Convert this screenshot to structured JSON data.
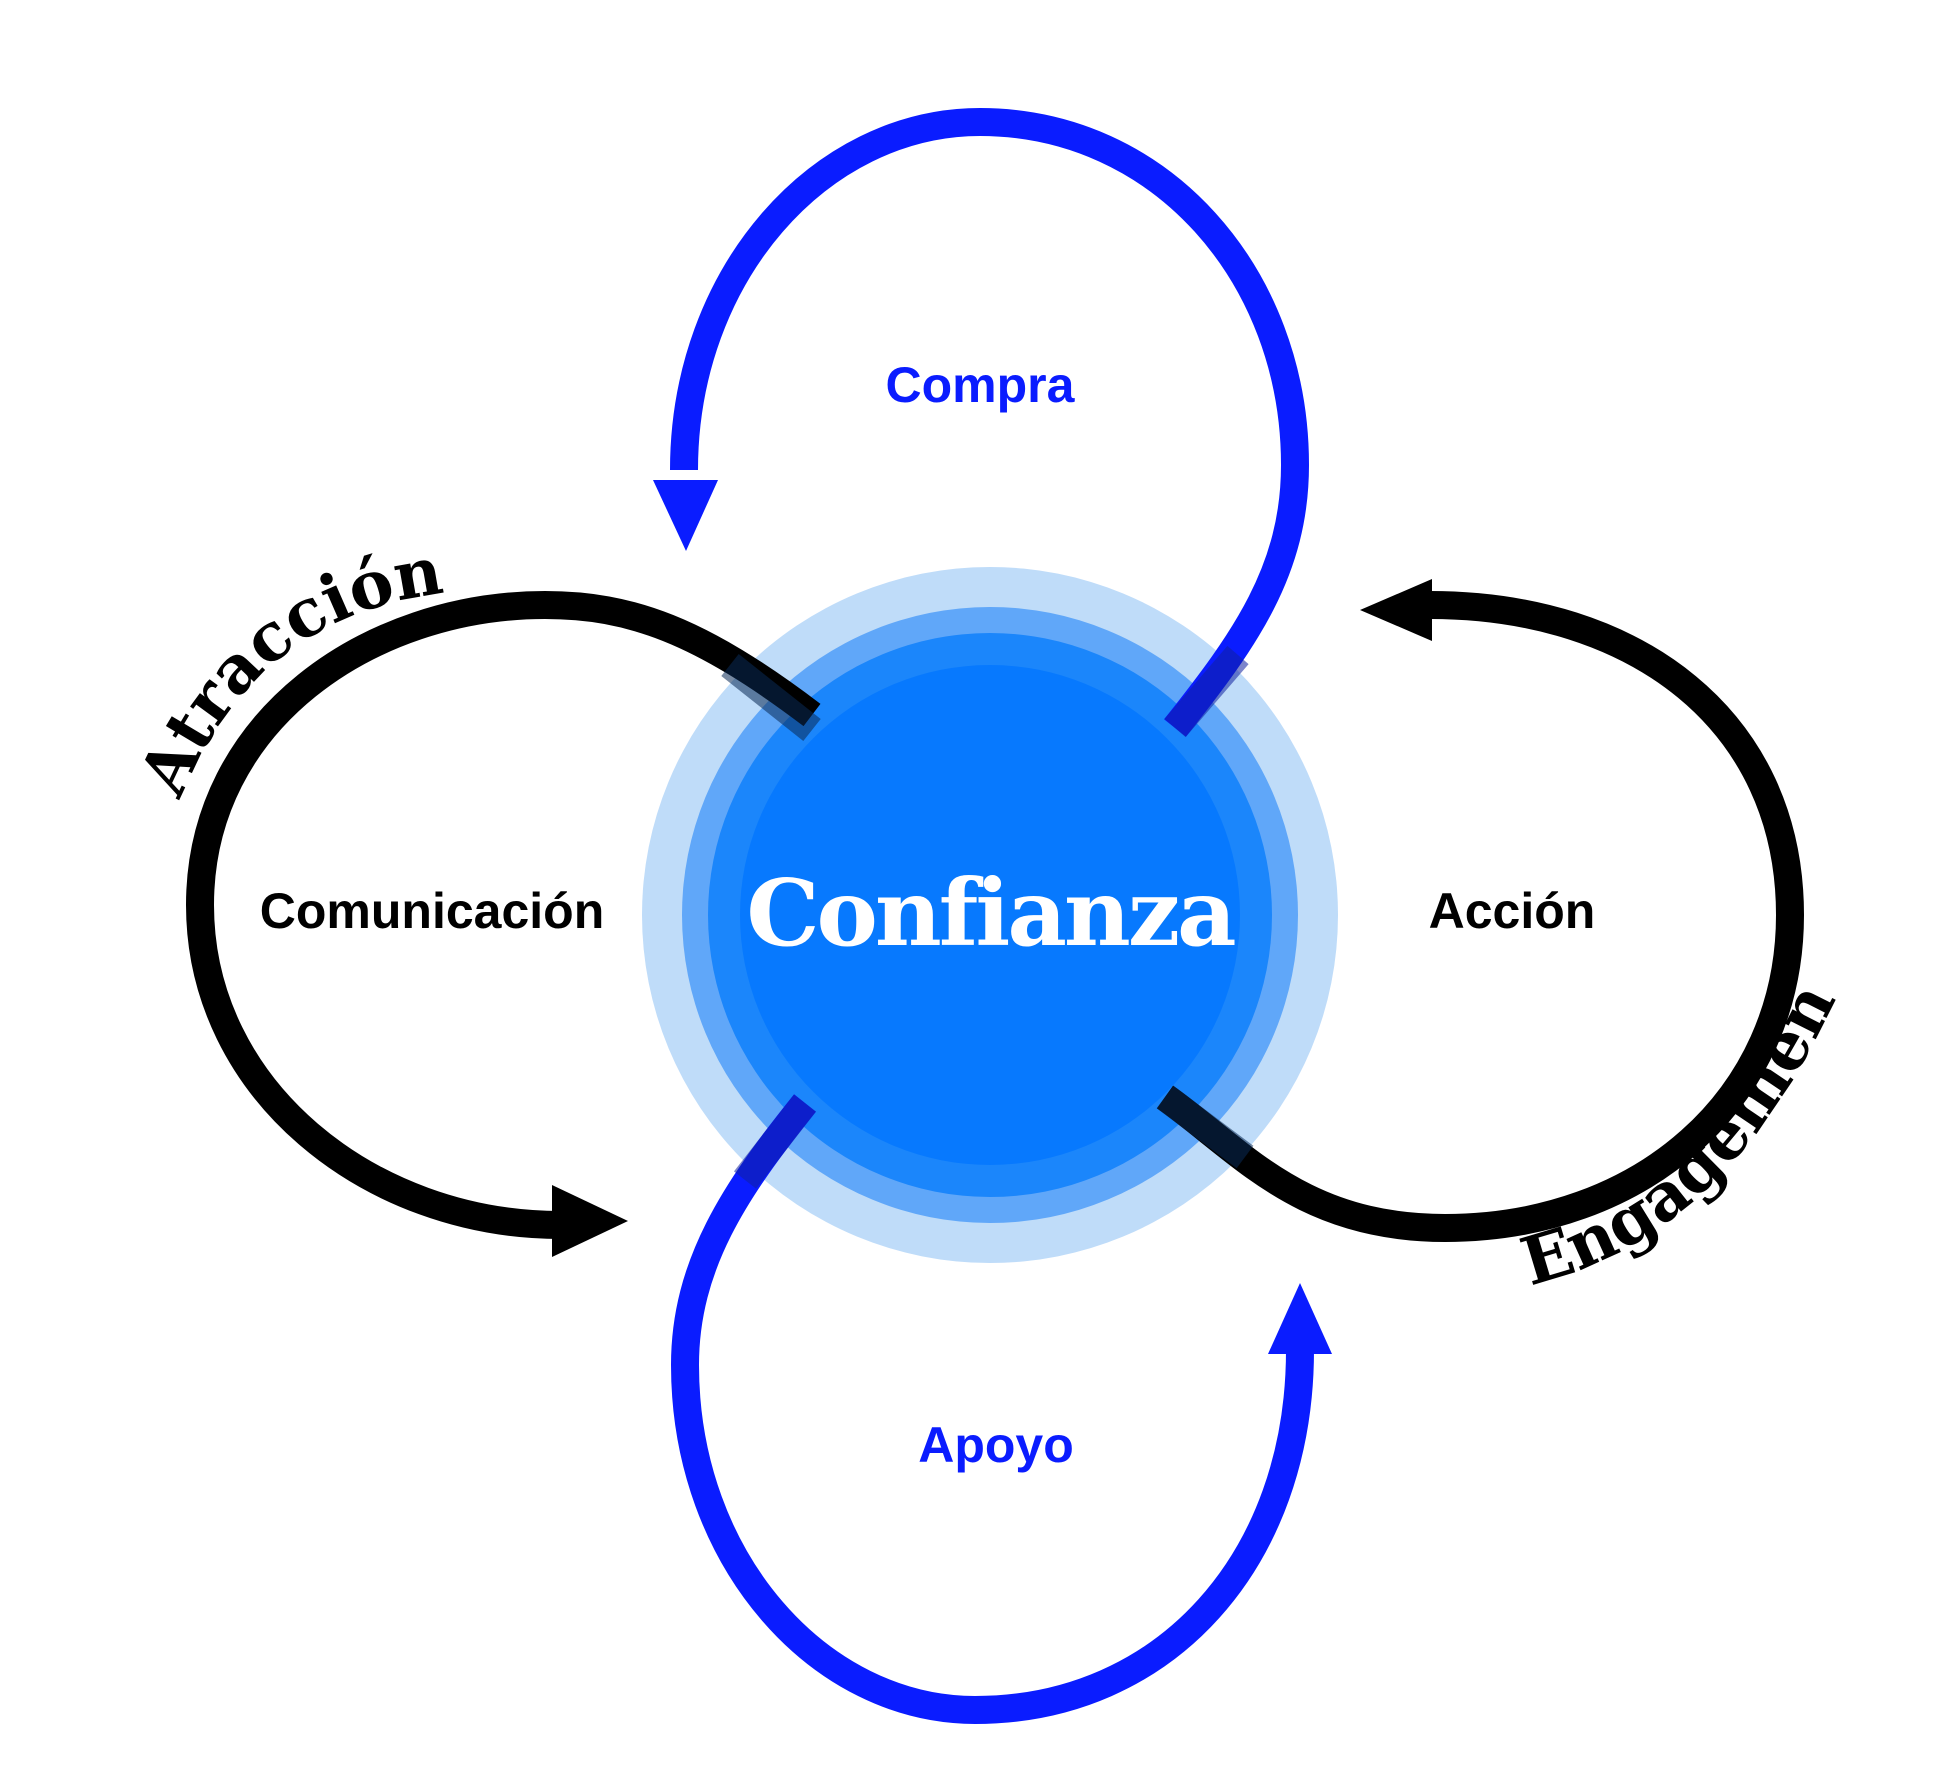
{
  "center": {
    "label": "Confianza"
  },
  "loops": {
    "top": {
      "label": "Compra"
    },
    "left": {
      "label": "Comunicación"
    },
    "right": {
      "label": "Acción"
    },
    "bottom": {
      "label": "Apoyo"
    }
  },
  "arc_labels": {
    "upper_left": "Atracción",
    "lower_right": "Engagement"
  },
  "colors": {
    "blue_loop": "#0a1cff",
    "black_loop": "#000000",
    "core": "#0779fe",
    "ring_inner": "#1b86fb",
    "ring_mid": "#60a7f9",
    "ring_outer": "#bfdcf9",
    "center_text": "#ffffff"
  }
}
